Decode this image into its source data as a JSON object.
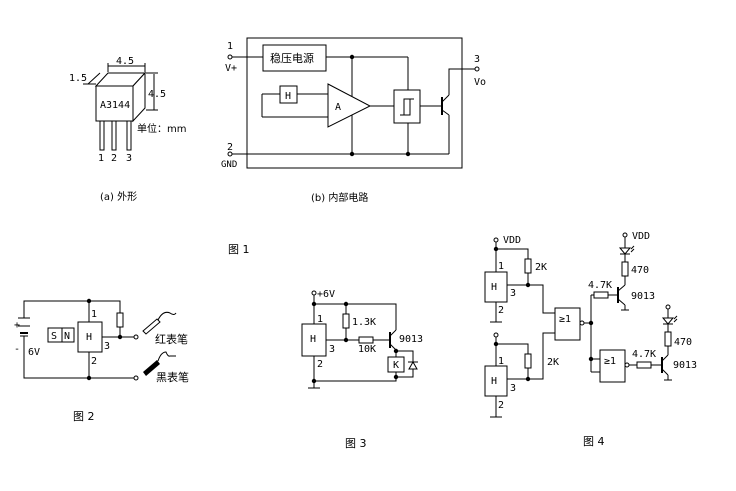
{
  "fig_a": {
    "dim_top": "4.5",
    "dim_side": "1.5",
    "dim_right": "4.5",
    "chip_label": "A3144",
    "unit_label": "单位：mm",
    "pins": [
      "1",
      "2",
      "3"
    ],
    "caption": "(a) 外形"
  },
  "fig_b": {
    "pin1_num": "1",
    "pin1_label": "V+",
    "pin2_num": "2",
    "pin2_label": "GND",
    "pin3_num": "3",
    "pin3_label": "Vo",
    "regulator_label": "稳压电源",
    "hall_label": "H",
    "amp_label": "A",
    "caption": "(b) 内部电路"
  },
  "fig1_caption": "图 1",
  "fig2": {
    "plus": "+",
    "minus": "-",
    "voltage": "6V",
    "magnet_s": "S",
    "magnet_n": "N",
    "hall_label": "H",
    "pin1": "1",
    "pin2": "2",
    "pin3": "3",
    "red_probe": "红表笔",
    "black_probe": "黑表笔",
    "caption": "图 2"
  },
  "fig3": {
    "supply": "+6V",
    "hall_label": "H",
    "pin1": "1",
    "pin2": "2",
    "pin3": "3",
    "r1": "1.3K",
    "r2": "10K",
    "transistor": "9013",
    "relay": "K",
    "caption": "图 3"
  },
  "fig4": {
    "vdd1": "VDD",
    "vdd2": "VDD",
    "hall_label": "H",
    "pin1": "1",
    "pin2": "2",
    "pin3": "3",
    "r_pullup1": "2K",
    "r_pullup2": "2K",
    "gate_label": "≥1",
    "r_base1": "4.7K",
    "r_base2": "4.7K",
    "r_led1": "470",
    "r_led2": "470",
    "transistor1": "9013",
    "transistor2": "9013",
    "caption": "图 4"
  }
}
